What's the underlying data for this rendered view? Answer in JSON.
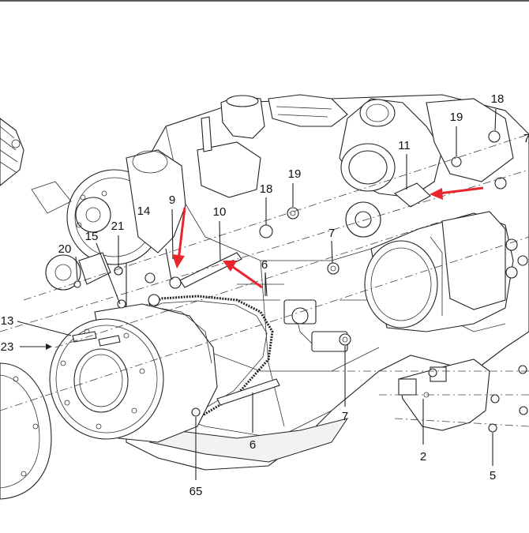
{
  "diagram": {
    "labels": {
      "l9": "9",
      "l10": "10",
      "l11": "11",
      "l14": "14",
      "l15": "15",
      "l18a": "18",
      "l18b": "18",
      "l19a": "19",
      "l19b": "19",
      "l20": "20",
      "l21": "21",
      "l6a": "6",
      "l6b": "6",
      "l7a": "7",
      "l7b": "7",
      "l7c": "7",
      "l13": "13",
      "l23": "23",
      "l2": "2",
      "l5": "5",
      "l65": "65"
    },
    "arrow_color": "#e8242c",
    "line_color": "#222222"
  }
}
